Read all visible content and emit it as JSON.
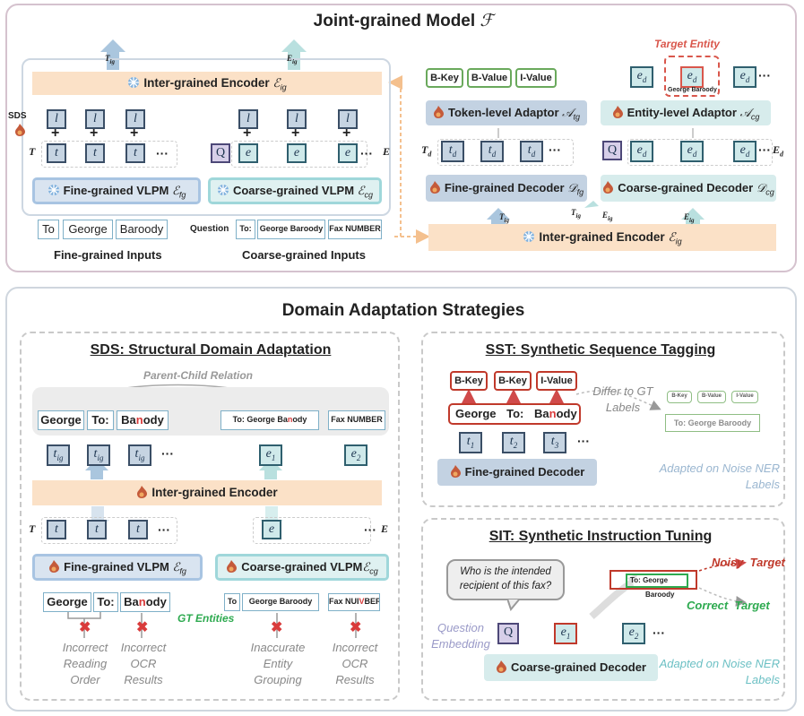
{
  "top": {
    "title": "Joint-grained Model",
    "title_symbol": "ℱ",
    "inter_encoder_left": "Inter-grained Encoder",
    "inter_encoder_left_sym": "ℰ",
    "inter_encoder_left_sub": "ig",
    "t_ig": "T",
    "t_ig_sub": "ig",
    "e_ig": "E",
    "e_ig_sub": "ig",
    "sds_label": "SDS",
    "t_label": "T",
    "e_label": "E",
    "l_token": "l",
    "t_token": "t",
    "e_token": "e",
    "q_token": "Q",
    "ellipsis": "···",
    "fine_vlpm": "Fine-grained VLPM",
    "fine_vlpm_sym": "ℰ",
    "fine_vlpm_sub": "fg",
    "coarse_vlpm": "Coarse-grained VLPM",
    "coarse_vlpm_sym": "ℰ",
    "coarse_vlpm_sub": "cg",
    "fine_inputs": [
      "To",
      "George",
      "Baroody"
    ],
    "question_label": "Question",
    "coarse_inputs": [
      "To:",
      "George Baroody",
      "Fax NUMBER"
    ],
    "fine_inputs_label": "Fine-grained Inputs",
    "coarse_inputs_label": "Coarse-grained Inputs",
    "target_entity": "Target Entity",
    "bio_tags": [
      "B-Key",
      "B-Value",
      "I-Value"
    ],
    "target_name": "George Baroody",
    "ed_token": "e",
    "ed_sub": "d",
    "td_token": "t",
    "td_sub": "d",
    "token_adaptor": "Token-level Adaptor",
    "token_adaptor_sym": "𝒜",
    "token_adaptor_sub": "tg",
    "entity_adaptor": "Entity-level Adaptor",
    "entity_adaptor_sym": "𝒜",
    "entity_adaptor_sub": "cg",
    "t_d_label": "T",
    "e_d_label": "E",
    "d_sub": "d",
    "fine_decoder": "Fine-grained Decoder",
    "fine_decoder_sym": "𝒟",
    "fine_decoder_sub": "fg",
    "coarse_decoder": "Coarse-grained Decoder",
    "coarse_decoder_sym": "𝒟",
    "coarse_decoder_sub": "cg",
    "inter_encoder_right": "Inter-grained Encoder",
    "inter_encoder_right_sym": "ℰ",
    "inter_encoder_right_sub": "ig"
  },
  "bottom": {
    "title": "Domain Adaptation Strategies",
    "sds": {
      "title": "SDS: Structural Domain Adaptation",
      "relation": "Parent-Child Relation",
      "words": [
        "George",
        "To:",
        "Ba",
        "n",
        "ody"
      ],
      "entity1_prefix": "To:",
      "entity1_name_a": "George Ba",
      "entity1_name_b": "n",
      "entity1_name_c": "ody",
      "entity2": "Fax NUMBER",
      "tig": "t",
      "tig_sub": "ig",
      "e1": "e",
      "e1_sub": "1",
      "e2": "e",
      "e2_sub": "2",
      "inter_encoder": "Inter-grained Encoder",
      "t_label": "T",
      "t_token": "t",
      "e_token": "e",
      "e_label": "E",
      "fine_vlpm": "Fine-grained VLPM",
      "fine_sub": "fg",
      "coarse_vlpm": "Coarse-grained VLPM",
      "coarse_sub": "cg",
      "vlpm_sym": "ℰ",
      "in_words": [
        "George",
        "To:",
        "Ba",
        "n",
        "ody"
      ],
      "in_to": "To",
      "in_gb": "George Baroody",
      "in_fax_a": "Fax NUI",
      "in_fax_b": "V",
      "in_fax_c": "BER",
      "gt_entities": "GT Entities",
      "errors": [
        "Incorrect Reading Order",
        "Incorrect OCR Results",
        "Inaccurate Entity Grouping",
        "Incorrect OCR Results"
      ],
      "ellipsis": "···"
    },
    "sst": {
      "title": "SST: Synthetic Sequence Tagging",
      "tags": [
        "B-Key",
        "B-Key",
        "I-Value"
      ],
      "words": [
        "George",
        "To:",
        "Ba",
        "n",
        "ody"
      ],
      "differ": "Differ to GT Labels",
      "t1": "1",
      "t2": "2",
      "t3": "3",
      "t": "t",
      "decoder": "Fine-grained Decoder",
      "adapted": "Adapted on Noise NER Labels",
      "thumb_tags": [
        "B-Key",
        "B-Value",
        "I-Value"
      ],
      "thumb_words": "To: George Baroody",
      "ellipsis": "···"
    },
    "sit": {
      "title": "SIT: Synthetic Instruction Tuning",
      "bubble": "Who is the intended recipient of this fax?",
      "noisy": "Noisy",
      "target": "Target",
      "correct": "Correct",
      "crop_to": "To:",
      "crop_name": "George",
      "crop_name2": "Baroody",
      "question_embedding": "Question Embedding",
      "q": "Q",
      "e1": "e",
      "e1_sub": "1",
      "e2": "e",
      "e2_sub": "2",
      "decoder": "Coarse-grained Decoder",
      "adapted": "Adapted on Noise NER Labels",
      "ellipsis": "···"
    }
  }
}
